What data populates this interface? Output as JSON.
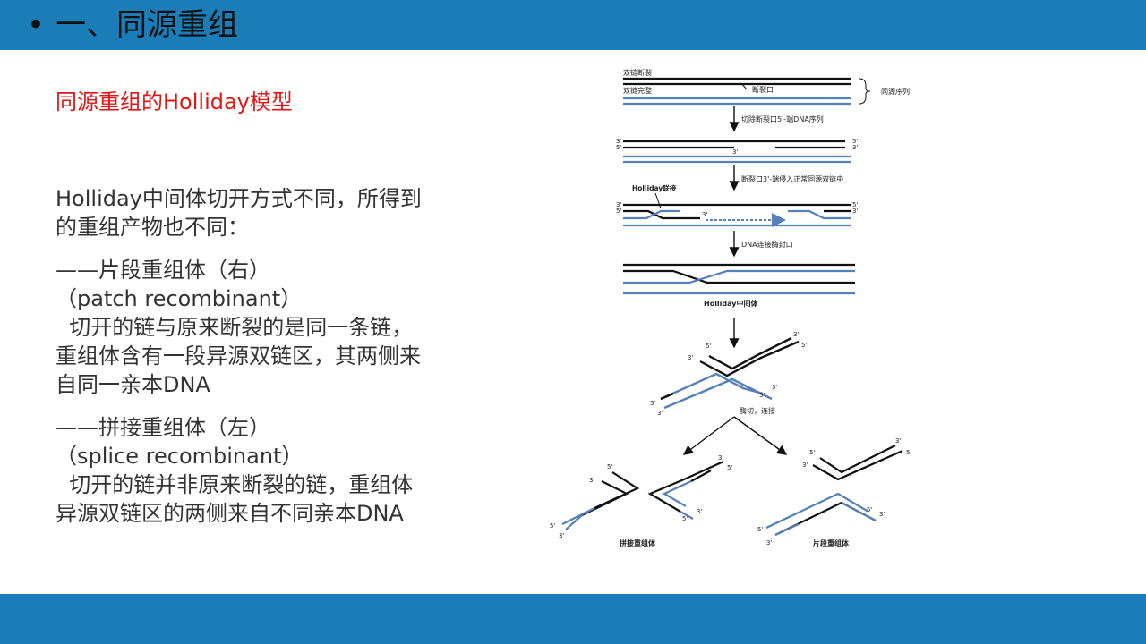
{
  "header": {
    "bullet": "•",
    "title": "一、同源重组"
  },
  "subtitle": "同源重组的Holliday模型",
  "body": {
    "lines": [
      "Holliday中间体切开方式不同，所得到",
      "的重组产物也不同：",
      "——片段重组体（右）",
      "（patch recombinant）",
      "  切开的链与原来断裂的是同一条链，",
      "重组体含有一段异源双链区，其两侧来",
      "自同一亲本DNA",
      "——拼接重组体（左）",
      "（splice recombinant）",
      "  切开的链并非原来断裂的链，重组体",
      "异源双链区的两侧来自不同亲本DNA"
    ]
  },
  "diagram": {
    "labels": {
      "broken": "双链断裂",
      "intact": "双链完整",
      "break_site": "断裂口",
      "homologous": "同源序列",
      "step1": "切除断裂口5'-端DNA序列",
      "step2": "断裂口3'-端侵入正常同源双链中",
      "holliday_junction": "Holliday联接",
      "step3": "DNA连接酶封口",
      "holliday_intermediate": "Holliday中间体",
      "step4": "酶切，连接",
      "splice": "拼接重组体",
      "patch": "片段重组体"
    },
    "ends": {
      "three": "3'",
      "five": "5'"
    },
    "colors": {
      "black_strand": "#111111",
      "blue_strand": "#5580b8",
      "bars": "#1a7db8",
      "subtitle": "#e31414"
    }
  }
}
